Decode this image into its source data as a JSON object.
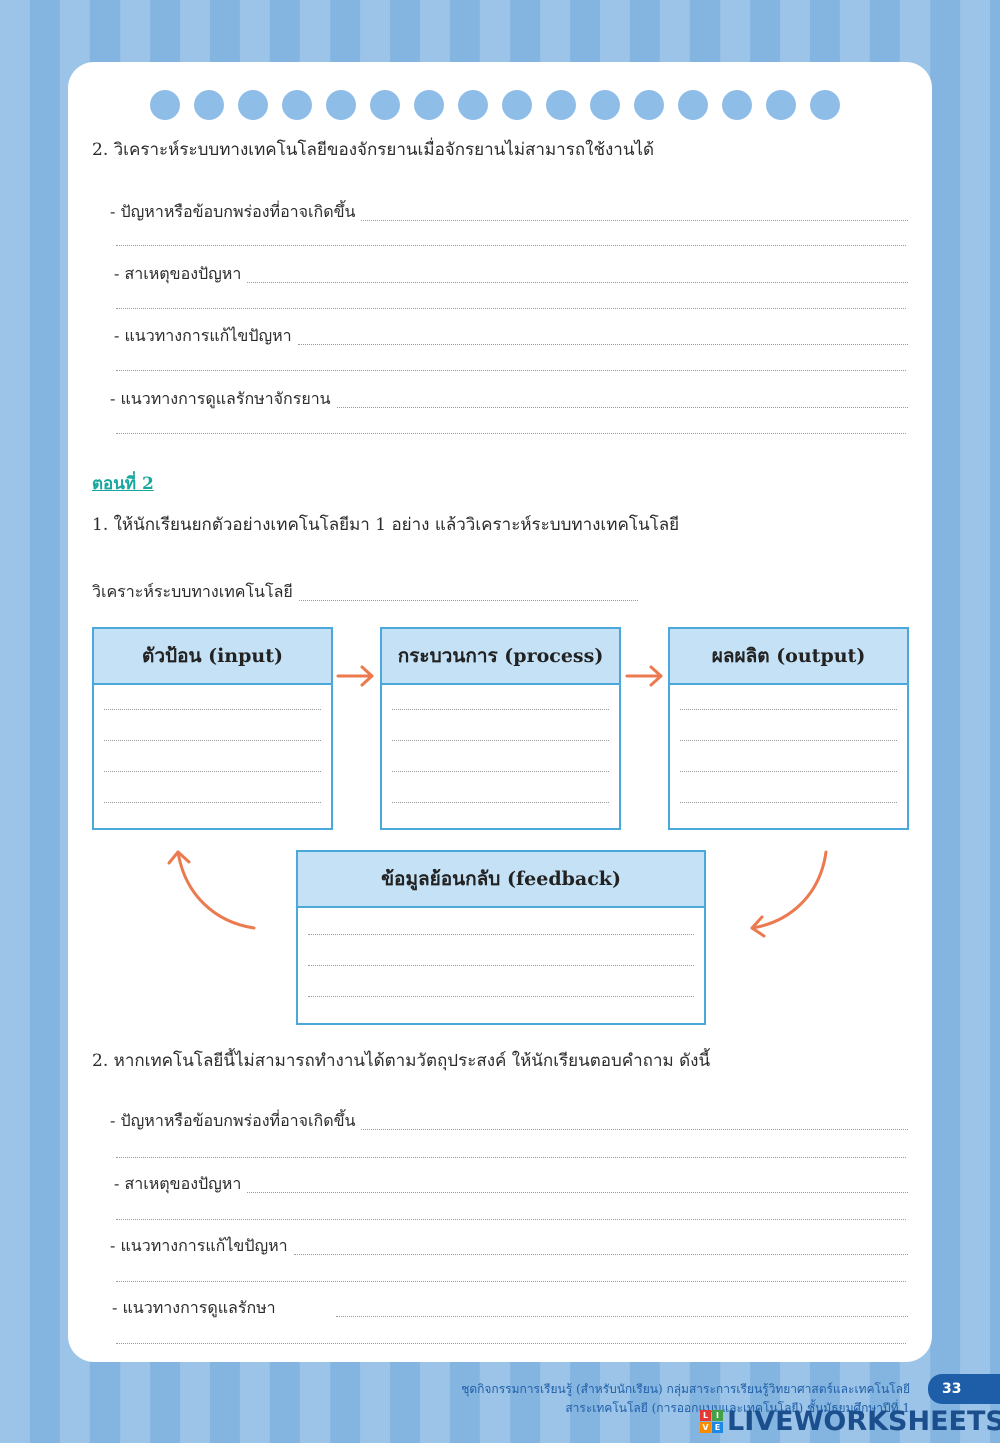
{
  "section1": {
    "question": "2. วิเคราะห์ระบบทางเทคโนโลยีของจักรยานเมื่อจักรยานไม่สามารถใช้งานได้",
    "items": [
      "-  ปัญหาหรือข้อบกพร่องที่อาจเกิดขึ้น",
      "-  สาเหตุของปัญหา",
      "-  แนวทางการแก้ไขปัญหา",
      "-  แนวทางการดูแลรักษาจักรยาน"
    ]
  },
  "part2": {
    "title": "ตอนที่ 2",
    "question1": "1. ให้นักเรียนยกตัวอย่างเทคโนโลยีมา 1 อย่าง  แล้ววิเคราะห์ระบบทางเทคโนโลยี",
    "analyze_label": "วิเคราะห์ระบบทางเทคโนโลยี",
    "boxes": {
      "input": "ตัวป้อน (input)",
      "process": "กระบวนการ (process)",
      "output": "ผลผลิต (output)",
      "feedback": "ข้อมูลย้อนกลับ (feedback)"
    },
    "question2": "2. หากเทคโนโลยีนี้ไม่สามารถทำงานได้ตามวัตถุประสงค์ ให้นักเรียนตอบคำถาม ดังนี้",
    "items": [
      "-  ปัญหาหรือข้อบกพร่องที่อาจเกิดขึ้น",
      "-  สาเหตุของปัญหา",
      "-  แนวทางการแก้ไขปัญหา",
      "- แนวทางการดูแลรักษา"
    ]
  },
  "footer": {
    "line1": "ชุดกิจกรรมการเรียนรู้ (สำหรับนักเรียน) กลุ่มสาระการเรียนรู้วิทยาศาสตร์และเทคโนโลยี",
    "line2": "สาระเทคโนโลยี (การออกแบบและเทคโนโลยี) ชั้นมัธยมศึกษาปีที่ 1",
    "page_number": "33"
  },
  "watermark": {
    "text": "LIVEWORKSHEETS",
    "badge_letters": [
      "L",
      "I",
      "V",
      "E"
    ]
  },
  "colors": {
    "background_stripe": "#9cc4e8",
    "box_border": "#4aa8db",
    "box_header": "#c4e1f5",
    "arrow": "#ec7a4f",
    "part_title": "#1aa7a0"
  }
}
